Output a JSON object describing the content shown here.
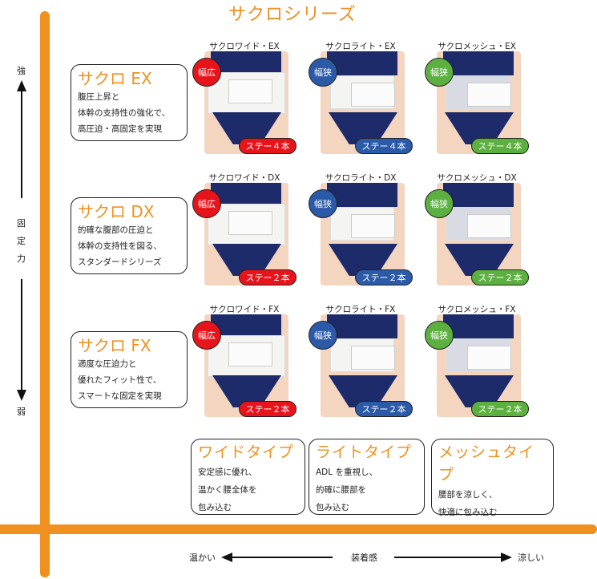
{
  "title": "サクロシリーズ",
  "colors": {
    "accent": "#f0901e",
    "wide": "#e8141c",
    "light": "#2a5aa8",
    "mesh": "#5cb040"
  },
  "y_axis": {
    "top": "強",
    "label": "固定力",
    "bottom": "弱"
  },
  "x_axis": {
    "left": "温かい",
    "label": "装着感",
    "right": "涼しい"
  },
  "series": [
    {
      "name": "サクロ EX",
      "lines": [
        "腹圧上昇と",
        "体幹の支持性の強化で、",
        "高圧迫・高固定を実現"
      ],
      "products": [
        {
          "name": "サクロワイド・EX",
          "width": "幅広",
          "stays": "ステー４本"
        },
        {
          "name": "サクロライト・EX",
          "width": "幅狭",
          "stays": "ステー４本"
        },
        {
          "name": "サクロメッシュ・EX",
          "width": "幅狭",
          "stays": "ステー４本"
        }
      ]
    },
    {
      "name": "サクロ DX",
      "lines": [
        "的確な腹部の圧迫と",
        "体幹の支持性を図る、",
        "スタンダードシリーズ"
      ],
      "products": [
        {
          "name": "サクロワイド・DX",
          "width": "幅広",
          "stays": "ステー２本"
        },
        {
          "name": "サクロライト・DX",
          "width": "幅狭",
          "stays": "ステー２本"
        },
        {
          "name": "サクロメッシュ・DX",
          "width": "幅狭",
          "stays": "ステー２本"
        }
      ]
    },
    {
      "name": "サクロ FX",
      "lines": [
        "適度な圧迫力と",
        "優れたフィット性で、",
        "スマートな固定を実現"
      ],
      "products": [
        {
          "name": "サクロワイド・FX",
          "width": "幅広",
          "stays": "ステー２本"
        },
        {
          "name": "サクロライト・FX",
          "width": "幅狭",
          "stays": "ステー２本"
        },
        {
          "name": "サクロメッシュ・FX",
          "width": "幅狭",
          "stays": "ステー２本"
        }
      ]
    }
  ],
  "types": [
    {
      "name": "ワイドタイプ",
      "lines": [
        "安定感に優れ、",
        "温かく腰全体を",
        "包み込む"
      ]
    },
    {
      "name": "ライトタイプ",
      "lines": [
        "ADL を重視し、",
        "的確に腰部を",
        "包み込む"
      ]
    },
    {
      "name": "メッシュタイプ",
      "lines": [
        "腰部を涼しく、",
        "快適に包み込む"
      ]
    }
  ]
}
